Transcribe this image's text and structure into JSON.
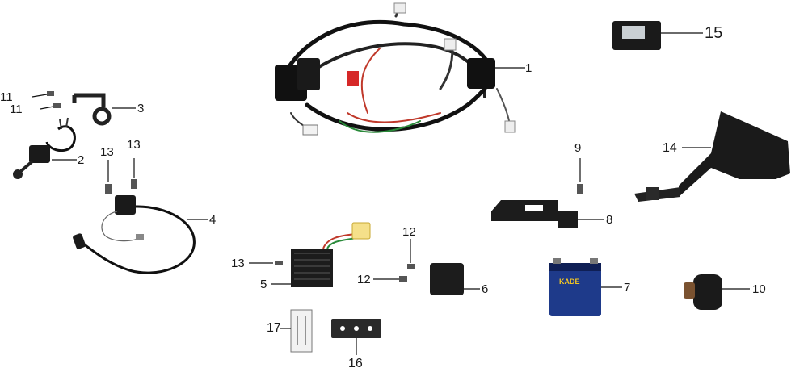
{
  "diagram": {
    "callouts": [
      {
        "id": "c1",
        "label": "1"
      },
      {
        "id": "c2",
        "label": "2"
      },
      {
        "id": "c3",
        "label": "3"
      },
      {
        "id": "c4",
        "label": "4"
      },
      {
        "id": "c5",
        "label": "5"
      },
      {
        "id": "c6",
        "label": "6"
      },
      {
        "id": "c7",
        "label": "7"
      },
      {
        "id": "c8",
        "label": "8"
      },
      {
        "id": "c9",
        "label": "9"
      },
      {
        "id": "c10",
        "label": "10"
      },
      {
        "id": "c11a",
        "label": "11"
      },
      {
        "id": "c11b",
        "label": "11"
      },
      {
        "id": "c12a",
        "label": "12"
      },
      {
        "id": "c12b",
        "label": "12"
      },
      {
        "id": "c13a",
        "label": "13"
      },
      {
        "id": "c13b",
        "label": "13"
      },
      {
        "id": "c13c",
        "label": "13"
      },
      {
        "id": "c14",
        "label": "14"
      },
      {
        "id": "c15",
        "label": "15"
      },
      {
        "id": "c16",
        "label": "16"
      },
      {
        "id": "c17",
        "label": "17"
      }
    ],
    "battery_brand": "KADE"
  }
}
